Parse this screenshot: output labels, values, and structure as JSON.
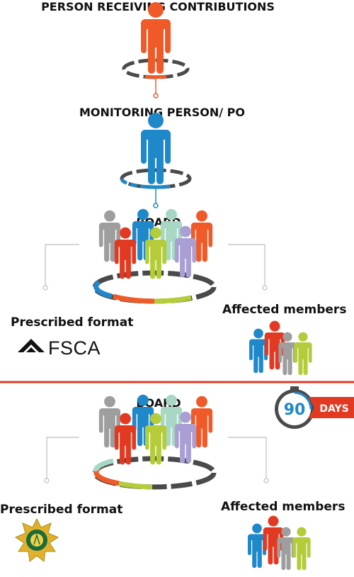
{
  "top_label": "PERSON RECEIVING CONTRIBUTIONS",
  "monitor_label": "MONITORING PERSON/ PO",
  "board_top_label": "BOARD",
  "board_bottom_label": "BOARD",
  "prescribed_top_label": "Prescribed format",
  "prescribed_bottom_label": "Prescribed format",
  "affected_top_label": "Affected members",
  "affected_bottom_label": "Affected members",
  "fsca_logo_text": "FSCA",
  "timer_number": "90",
  "timer_unit": "DAYS",
  "colors": {
    "orange": "#f05a28",
    "blue": "#1f88c9",
    "gray": "#9e9e9e",
    "mint": "#a8d8c4",
    "lime": "#b5cc3a",
    "purple": "#a99fd4",
    "divider_red": "#e23a22",
    "dark": "#4a4a4a"
  }
}
